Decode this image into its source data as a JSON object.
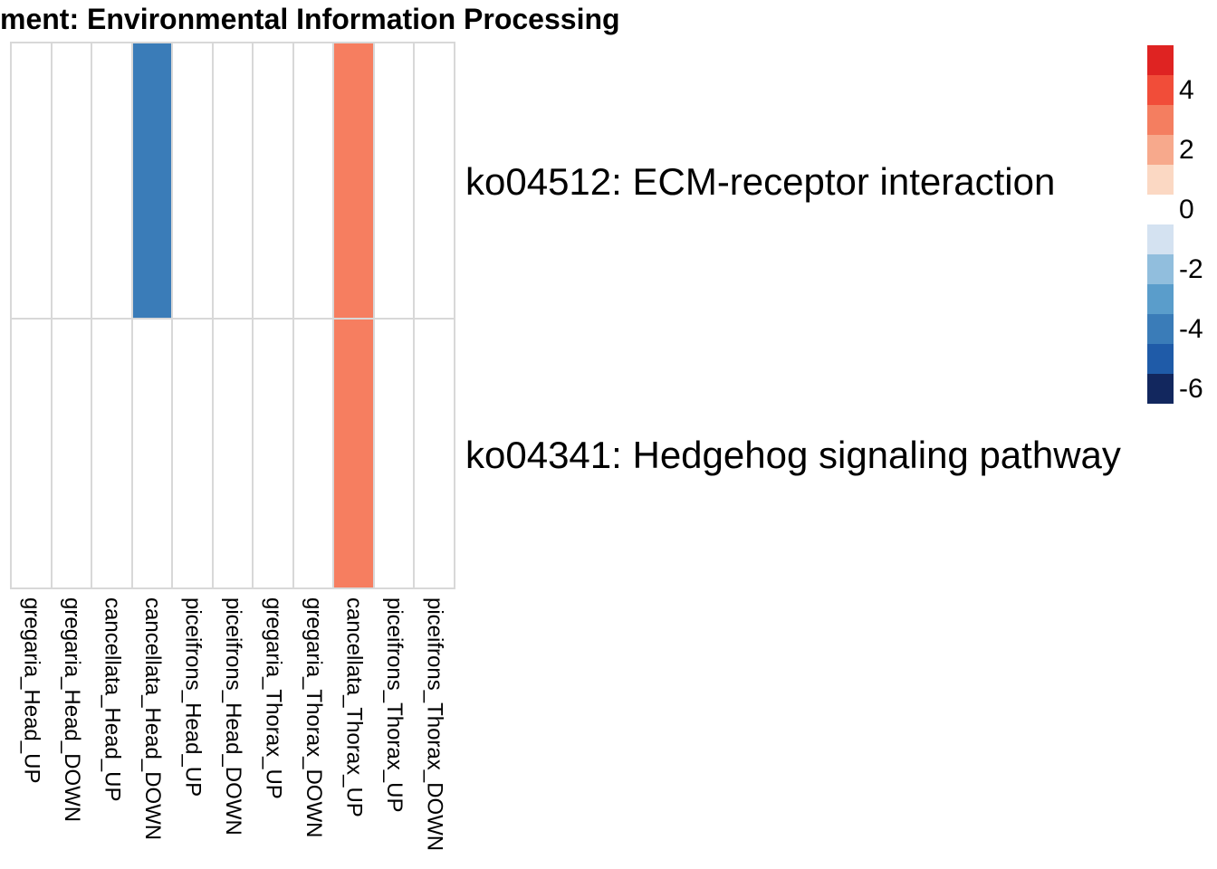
{
  "chart_data": {
    "type": "heatmap",
    "title": "ment: Environmental Information Processing",
    "rows": [
      "ko04512: ECM-receptor interaction",
      "ko04341: Hedgehog signaling pathway"
    ],
    "columns": [
      "gregaria_Head_UP",
      "gregaria_Head_DOWN",
      "cancellata_Head_UP",
      "cancellata_Head_DOWN",
      "piceifrons_Head_UP",
      "piceifrons_Head_DOWN",
      "gregaria_Thorax_UP",
      "gregaria_Thorax_DOWN",
      "cancellata_Thorax_UP",
      "piceifrons_Thorax_UP",
      "piceifrons_Thorax_DOWN"
    ],
    "values": [
      [
        null,
        null,
        null,
        -4,
        null,
        null,
        null,
        null,
        3,
        null,
        null
      ],
      [
        null,
        null,
        null,
        null,
        null,
        null,
        null,
        null,
        3,
        null,
        null
      ]
    ],
    "cell_colors": [
      [
        null,
        null,
        null,
        "#3a7cb8",
        null,
        null,
        null,
        null,
        "#f67e60",
        null,
        null
      ],
      [
        null,
        null,
        null,
        null,
        null,
        null,
        null,
        null,
        "#f67e60",
        null,
        null
      ]
    ],
    "empty_color": "#ffffff",
    "border_color": "#d8d8d8",
    "legend": {
      "position": "top-right",
      "ticks": [
        "4",
        "2",
        "0",
        "-2",
        "-4",
        "-6"
      ],
      "segment_values": [
        5,
        4,
        3,
        2,
        1,
        0,
        -1,
        -2,
        -3,
        -4,
        -5,
        -6
      ],
      "segment_colors": [
        "#df2322",
        "#f14d39",
        "#f47e60",
        "#f7a98c",
        "#fbd8c3",
        "#ffffff",
        "#d4e2f1",
        "#91bedd",
        "#5a9dcb",
        "#3a7cb8",
        "#1f5ba8",
        "#12275e"
      ]
    }
  }
}
